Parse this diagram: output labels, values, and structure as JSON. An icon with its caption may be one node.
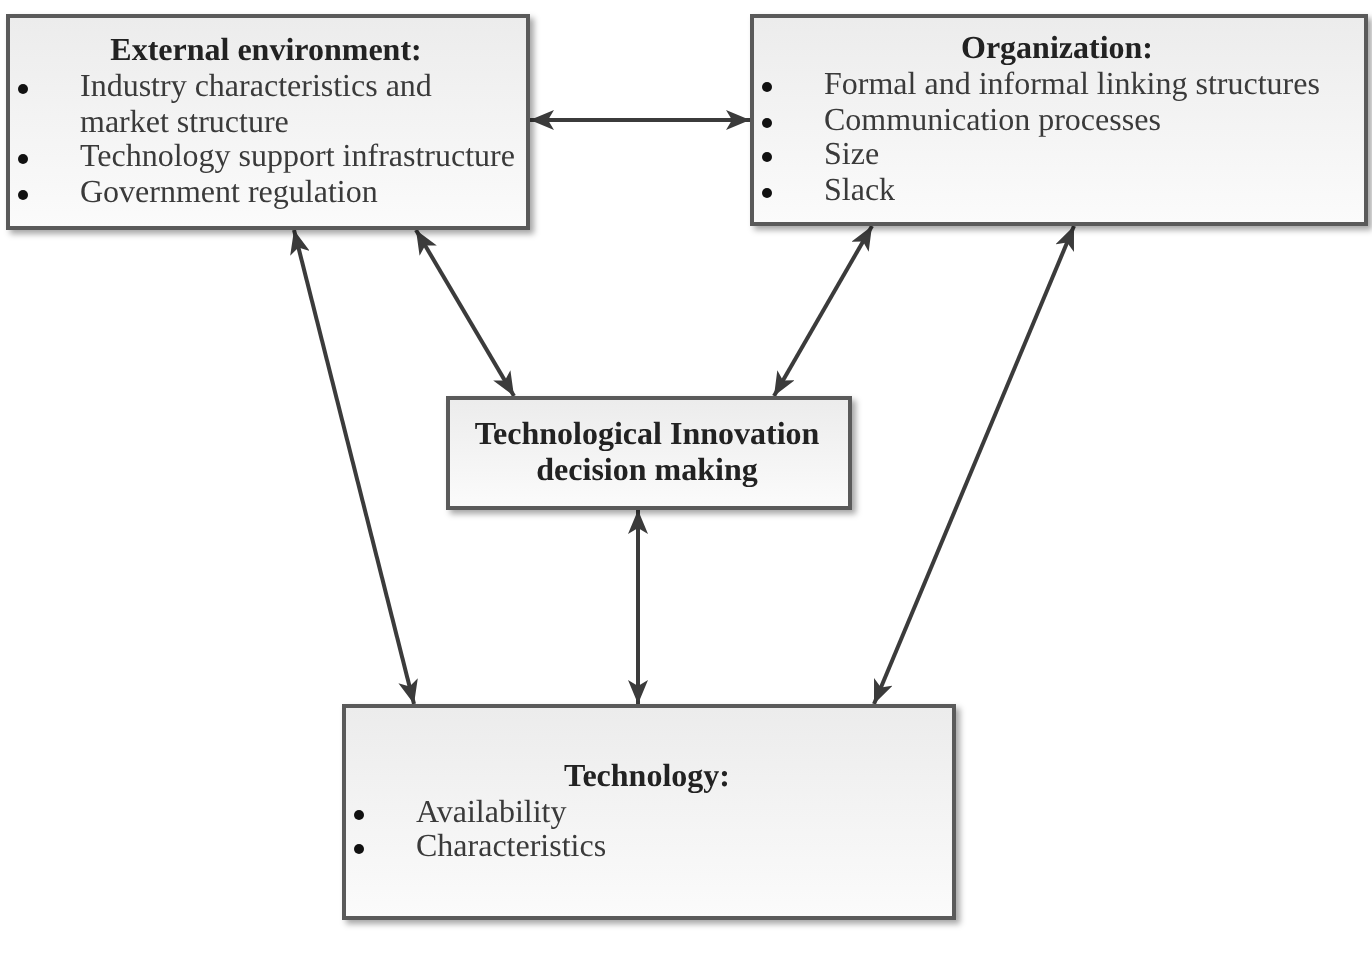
{
  "diagram": {
    "nodes": [
      {
        "text": [
          "External environment:",
          "Industry characteristics and market structure",
          "Technology support infrastructure",
          "Government regulation"
        ]
      },
      {
        "text": [
          "Organization:",
          "Formal and informal linking structures",
          "Communication processes",
          "Size",
          "Slack"
        ]
      },
      {
        "text": [
          "Technological Innovation decision making"
        ]
      },
      {
        "text": [
          "Technology:",
          "Availability",
          "Characteristics"
        ]
      }
    ],
    "edges": [
      {
        "from": 0,
        "to": 1,
        "arrow": "both"
      },
      {
        "from": 0,
        "to": 2,
        "arrow": "both"
      },
      {
        "from": 1,
        "to": 2,
        "arrow": "both"
      },
      {
        "from": 0,
        "to": 3,
        "arrow": "both"
      },
      {
        "from": 1,
        "to": 3,
        "arrow": "both"
      },
      {
        "from": 2,
        "to": 3,
        "arrow": "both"
      }
    ]
  }
}
